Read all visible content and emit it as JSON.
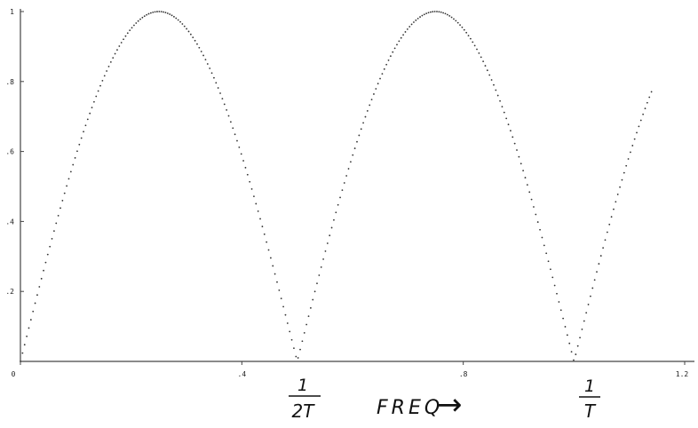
{
  "chart_data": {
    "type": "scatter",
    "function": "abs(sin(2*pi*f))",
    "x_start": 0.0,
    "x_end": 1.14,
    "sample_count": 300,
    "xlim": [
      0,
      1.2
    ],
    "ylim": [
      0,
      1.0
    ],
    "x_ticks": [
      {
        "value": 0,
        "label": "0"
      },
      {
        "value": 0.4,
        "label": ".4"
      },
      {
        "value": 0.8,
        "label": ".8"
      },
      {
        "value": 1.2,
        "label": "1.2"
      }
    ],
    "y_ticks": [
      {
        "value": 0.2,
        "label": ".2"
      },
      {
        "value": 0.4,
        "label": ".4"
      },
      {
        "value": 0.6,
        "label": ".6"
      },
      {
        "value": 0.8,
        "label": ".8"
      },
      {
        "value": 1.0,
        "label": "1"
      }
    ],
    "annotations": {
      "half_rate": {
        "x": 0.5,
        "numerator": "1",
        "denominator": "2T"
      },
      "rate": {
        "x": 1.0,
        "numerator": "1",
        "denominator": "T"
      },
      "axis_label": "FREQ",
      "arrow": "→"
    },
    "grid": false,
    "colors": {
      "curve": "#333333",
      "axis": "#444444",
      "ink": "#111111"
    }
  }
}
